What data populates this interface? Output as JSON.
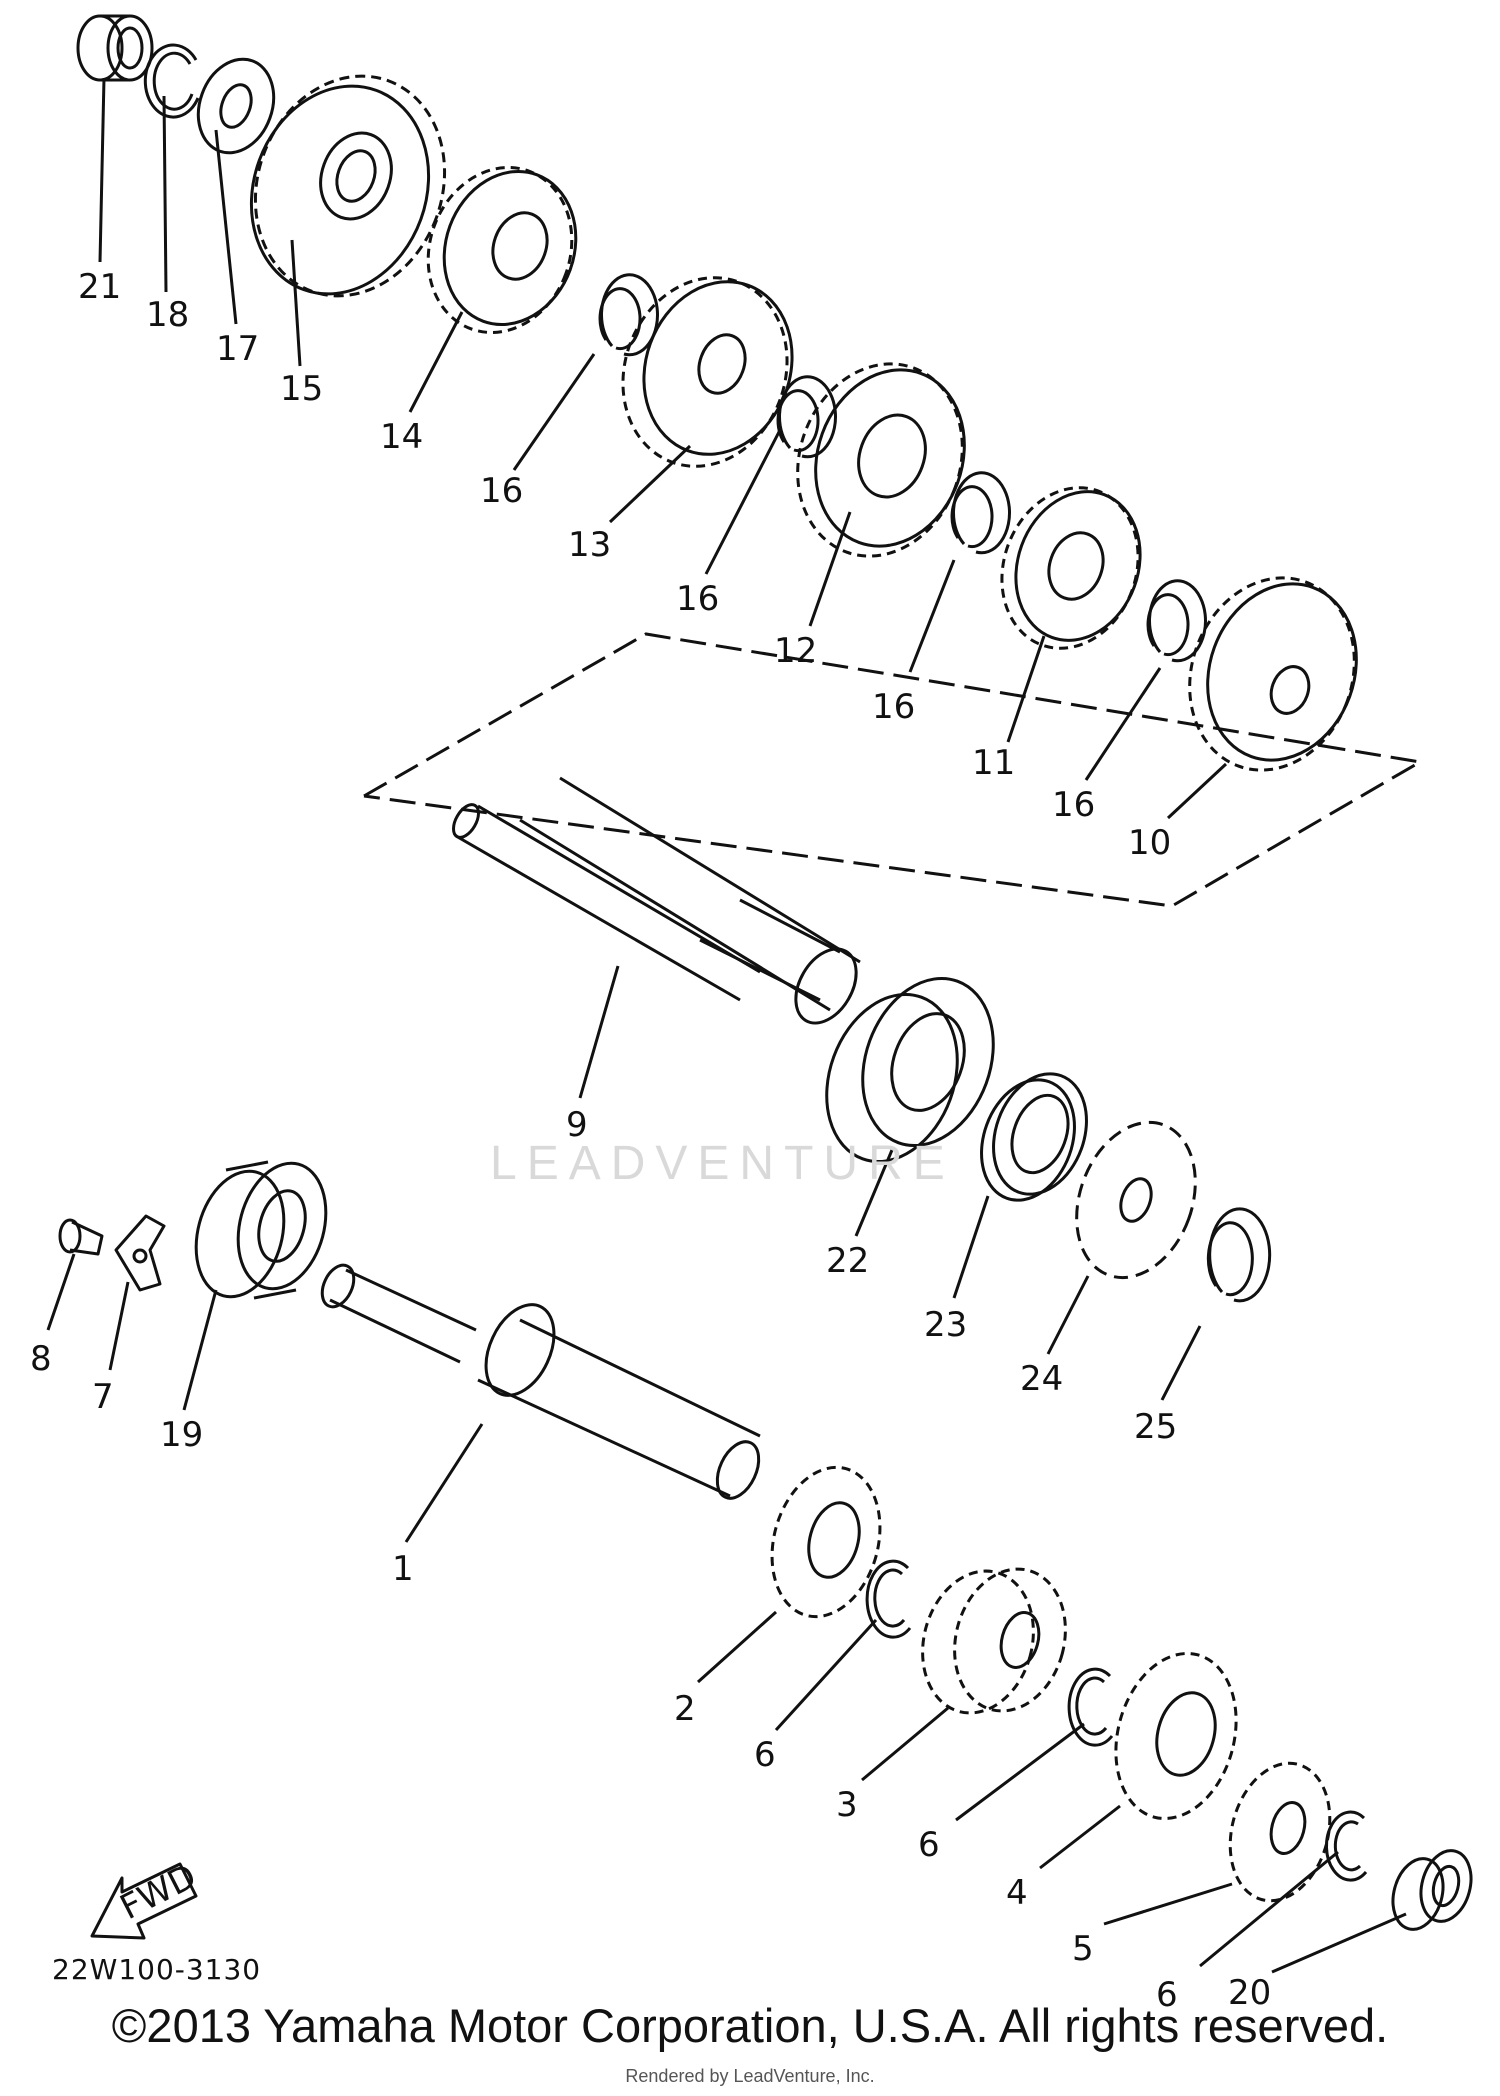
{
  "diagram_code": "22W100-3130",
  "copyright": "©2013 Yamaha Motor Corporation, U.S.A. All rights reserved.",
  "rendered_by": "Rendered by LeadVenture, Inc.",
  "watermark": "LEADVENTURE",
  "fwd_label": "FWD",
  "callouts": [
    {
      "id": "c21",
      "text": "21"
    },
    {
      "id": "c18",
      "text": "18"
    },
    {
      "id": "c17",
      "text": "17"
    },
    {
      "id": "c15",
      "text": "15"
    },
    {
      "id": "c14",
      "text": "14"
    },
    {
      "id": "c16a",
      "text": "16"
    },
    {
      "id": "c13",
      "text": "13"
    },
    {
      "id": "c16b",
      "text": "16"
    },
    {
      "id": "c12",
      "text": "12"
    },
    {
      "id": "c16c",
      "text": "16"
    },
    {
      "id": "c11",
      "text": "11"
    },
    {
      "id": "c16d",
      "text": "16"
    },
    {
      "id": "c10",
      "text": "10"
    },
    {
      "id": "c9",
      "text": "9"
    },
    {
      "id": "c22",
      "text": "22"
    },
    {
      "id": "c23",
      "text": "23"
    },
    {
      "id": "c24",
      "text": "24"
    },
    {
      "id": "c25",
      "text": "25"
    },
    {
      "id": "c8",
      "text": "8"
    },
    {
      "id": "c7",
      "text": "7"
    },
    {
      "id": "c19",
      "text": "19"
    },
    {
      "id": "c1",
      "text": "1"
    },
    {
      "id": "c2",
      "text": "2"
    },
    {
      "id": "c6a",
      "text": "6"
    },
    {
      "id": "c3",
      "text": "3"
    },
    {
      "id": "c6b",
      "text": "6"
    },
    {
      "id": "c4",
      "text": "4"
    },
    {
      "id": "c5",
      "text": "5"
    },
    {
      "id": "c6c",
      "text": "6"
    },
    {
      "id": "c20",
      "text": "20"
    }
  ]
}
